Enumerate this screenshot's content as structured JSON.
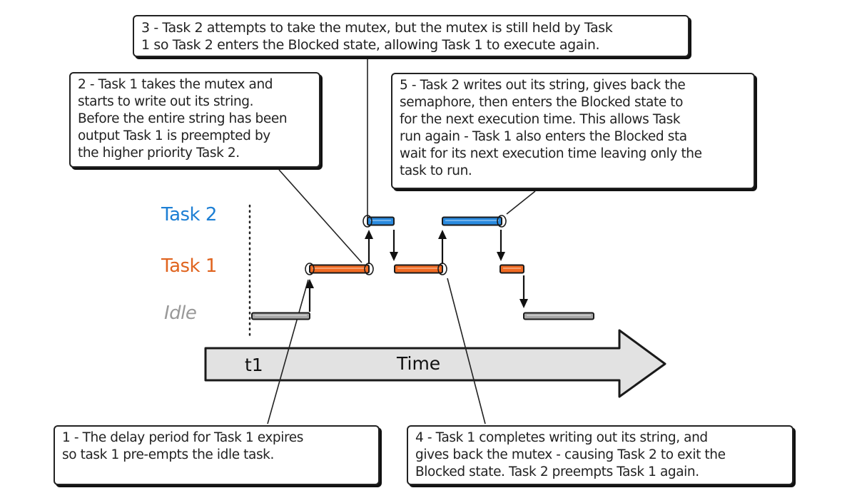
{
  "lanes": {
    "task2": "Task 2",
    "task1": "Task 1",
    "idle": "Idle"
  },
  "axis": {
    "t1": "t1",
    "time": "Time"
  },
  "colors": {
    "task2": "#2a8be0",
    "task1": "#f06a22",
    "idle": "#a8a8a8",
    "outline": "#1a1a1a",
    "time_arrow_fill": "#e2e2e2"
  },
  "callouts": {
    "c3": [
      "3 - Task 2 attempts to take the mutex, but the mutex is still held by Task",
      "1 so Task 2 enters the Blocked state, allowing Task 1 to execute again."
    ],
    "c2": [
      "2 - Task 1 takes the mutex and",
      "starts to write out its string.",
      "Before the entire string has been",
      "output Task 1 is preempted by",
      "the higher priority Task 2."
    ],
    "c5": [
      "5 - Task 2 writes out its string, gives back the",
      "semaphore, then enters the Blocked state to",
      "for the next execution time. This allows Task",
      "run again - Task 1 also enters the Blocked sta",
      "wait for its next execution time leaving only the",
      "task to run."
    ],
    "c1": [
      "1 - The delay period for Task 1 expires",
      "so task 1 pre-empts the idle task."
    ],
    "c4": [
      "4 - Task 1 completes writing out its string, and",
      "gives back the mutex - causing Task 2 to exit the",
      "Blocked state. Task 2 preempts Task 1 again."
    ]
  }
}
